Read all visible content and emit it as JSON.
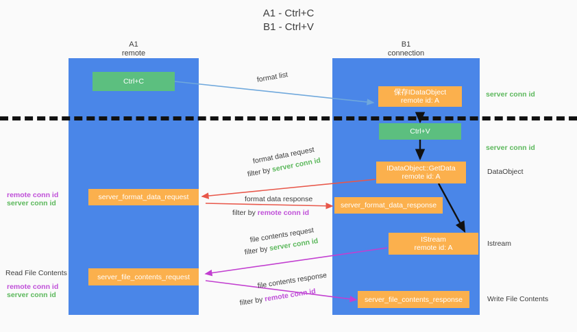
{
  "title": {
    "line1": "A1 - Ctrl+C",
    "line2": "B1 - Ctrl+V"
  },
  "lanes": [
    {
      "name": "A1",
      "sub": "remote"
    },
    {
      "name": "B1",
      "sub": "connection"
    }
  ],
  "boxes": [
    {
      "id": "ctrl-c",
      "line1": "Ctrl+C",
      "line2": "",
      "color": "#5cbf7f"
    },
    {
      "id": "save-idataobject",
      "line1": "保存IDataObject",
      "line2": "remote id: A",
      "color": "#fbb04d"
    },
    {
      "id": "ctrl-v",
      "line1": "Ctrl+V",
      "line2": "",
      "color": "#5cbf7f"
    },
    {
      "id": "getdata",
      "line1": "IDataObject::GetData",
      "line2": "remote id: A",
      "color": "#fbb04d"
    },
    {
      "id": "format-data-request",
      "line1": "server_format_data_request",
      "line2": "",
      "color": "#fbb04d"
    },
    {
      "id": "format-data-response",
      "line1": "server_format_data_response",
      "line2": "",
      "color": "#fbb04d"
    },
    {
      "id": "istream",
      "line1": "IStream",
      "line2": "remote id: A",
      "color": "#fbb04d"
    },
    {
      "id": "file-contents-request",
      "line1": "server_file_contents_request",
      "line2": "",
      "color": "#fbb04d"
    },
    {
      "id": "file-contents-response",
      "line1": "server_file_contents_response",
      "line2": "",
      "color": "#fbb04d"
    }
  ],
  "arrow_labels": {
    "format_list": "format list",
    "format_data_request": "format data request",
    "format_data_request_filter_prefix": "filter by ",
    "format_data_request_filter_value": "server conn id",
    "format_data_response": "format data response",
    "format_data_response_filter_prefix": "filter by ",
    "format_data_response_filter_value": "remote conn id",
    "file_contents_request": "file contents request",
    "file_contents_request_filter_prefix": "filter by ",
    "file_contents_request_filter_value": "server conn id",
    "file_contents_response": "file contents response",
    "file_contents_response_filter_prefix": "filter by ",
    "file_contents_response_filter_value": "remote conn id"
  },
  "right_labels": {
    "server_conn_id_top": "server conn id",
    "server_conn_id_mid": "server conn id",
    "dataobject": "DataObject",
    "istream": "Istream",
    "write_file_contents": "Write File Contents"
  },
  "left_labels": {
    "remote_conn_id_top": "remote conn id",
    "server_conn_id_top": "server conn id",
    "read_file_contents": "Read File Contents",
    "remote_conn_id_bottom": "remote conn id",
    "server_conn_id_bottom": "server conn id"
  },
  "colors": {
    "lane": "#4a86e8",
    "orange": "#fbb04d",
    "green_box": "#5cbf7f",
    "green_text": "#5cb85c",
    "purple_text": "#bf4fd8",
    "arrow_blue": "#6fa8dc",
    "arrow_red": "#e8574a",
    "arrow_magenta": "#c23fd0",
    "arrow_black": "#111111",
    "background": "#fafafa"
  }
}
